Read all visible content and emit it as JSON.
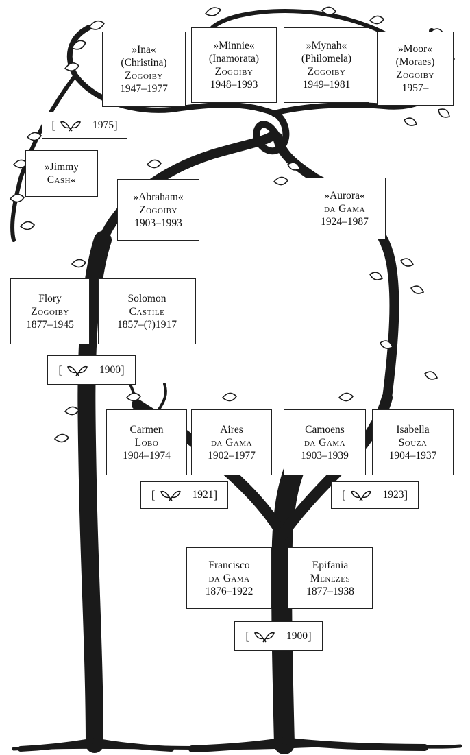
{
  "people": [
    {
      "id": "ina",
      "nick": "»Ina«",
      "alt": "(Christina)",
      "surname": "Zogoiby",
      "years": "1947–1977"
    },
    {
      "id": "minnie",
      "nick": "»Minnie«",
      "alt": "(Inamorata)",
      "surname": "Zogoiby",
      "years": "1948–1993"
    },
    {
      "id": "mynah",
      "nick": "»Mynah«",
      "alt": "(Philomela)",
      "surname": "Zogoiby",
      "years": "1949–1981"
    },
    {
      "id": "moor",
      "nick": "»Moor«",
      "alt": "(Moraes)",
      "surname": "Zogoiby",
      "years": "1957–"
    },
    {
      "id": "jimmy",
      "nick": "»Jimmy",
      "alt": "",
      "surname": "Cash«",
      "years": ""
    },
    {
      "id": "abraham",
      "nick": "»Abraham«",
      "alt": "",
      "surname": "Zogoiby",
      "years": "1903–1993"
    },
    {
      "id": "aurora",
      "nick": "»Aurora«",
      "alt": "",
      "surname": "da Gama",
      "years": "1924–1987"
    },
    {
      "id": "flory",
      "nick": "Flory",
      "alt": "",
      "surname": "Zogoiby",
      "years": "1877–1945"
    },
    {
      "id": "solomon",
      "nick": "Solomon",
      "alt": "",
      "surname": "Castile",
      "years": "1857–(?)1917"
    },
    {
      "id": "carmen",
      "nick": "Carmen",
      "alt": "",
      "surname": "Lobo",
      "years": "1904–1974"
    },
    {
      "id": "aires",
      "nick": "Aires",
      "alt": "",
      "surname": "da Gama",
      "years": "1902–1977"
    },
    {
      "id": "camoens",
      "nick": "Camoens",
      "alt": "",
      "surname": "da Gama",
      "years": "1903–1939"
    },
    {
      "id": "isabella",
      "nick": "Isabella",
      "alt": "",
      "surname": "Souza",
      "years": "1904–1937"
    },
    {
      "id": "francisco",
      "nick": "Francisco",
      "alt": "",
      "surname": "da Gama",
      "years": "1876–1922"
    },
    {
      "id": "epifania",
      "nick": "Epifania",
      "alt": "",
      "surname": "Menezes",
      "years": "1877–1938"
    }
  ],
  "marriages": [
    {
      "id": "m1975",
      "year": "1975"
    },
    {
      "id": "m1900a",
      "year": "1900"
    },
    {
      "id": "m1921",
      "year": "1921"
    },
    {
      "id": "m1923",
      "year": "1923"
    },
    {
      "id": "m1900b",
      "year": "1900"
    }
  ],
  "bracket_open": "[",
  "bracket_close": "]",
  "icons": {
    "marriage": "two-leaves-icon"
  },
  "colors": {
    "ink": "#111111",
    "paper": "#ffffff"
  }
}
